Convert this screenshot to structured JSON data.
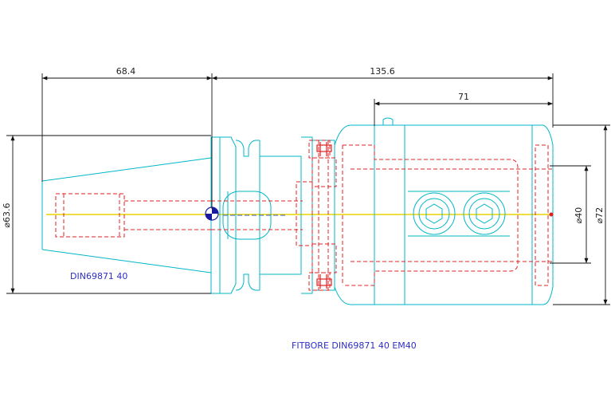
{
  "dimensions": {
    "taper_length": "68.4",
    "overall_length": "135.6",
    "body_length": "71",
    "flange_diameter": "⌀63.6",
    "bore_diameter": "⌀40",
    "body_diameter": "⌀72"
  },
  "labels": {
    "taper_standard": "DIN69871  40",
    "holder_designation": "FITBORE DIN69871 40 EM40"
  },
  "colors": {
    "outline": "#00b7c8",
    "hidden": "#e02020",
    "centerline": "#e8d400",
    "dimension": "#111111",
    "label": "#2f2fc8"
  }
}
